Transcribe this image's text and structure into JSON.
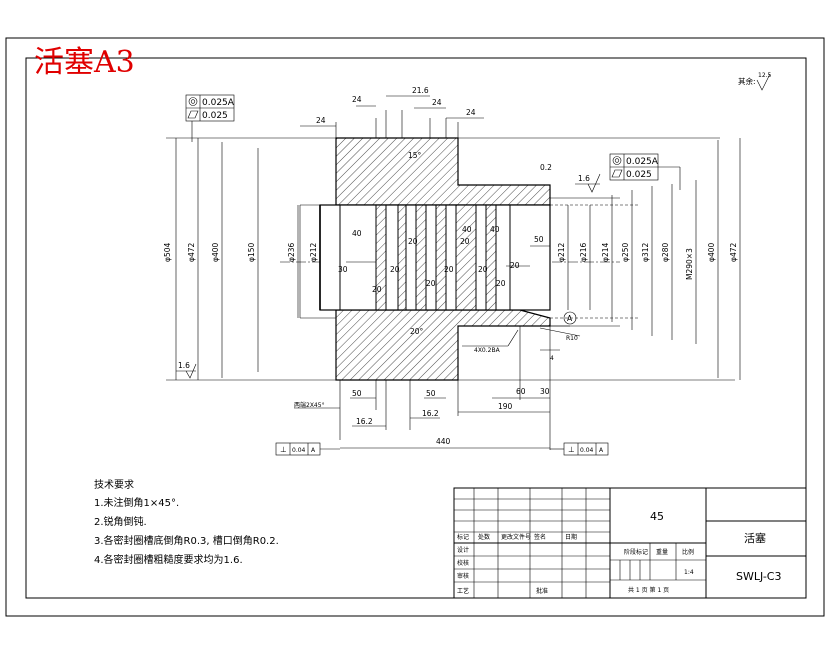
{
  "title": "活塞A3",
  "roughness_note": {
    "label": "其余:",
    "value": "12.5"
  },
  "tolerance_frames": {
    "left": {
      "runout": "0.025A",
      "flatness": "0.025"
    },
    "right": {
      "runout": "0.025A",
      "flatness": "0.025"
    },
    "bottom_left": {
      "symbol": "⊥",
      "value": "0.04",
      "datum": "A"
    },
    "bottom_right": {
      "symbol": "⊥",
      "value": "0.04",
      "datum": "A"
    }
  },
  "datum_label": "A",
  "surface_finish": {
    "left": "1.6",
    "right": "1.6"
  },
  "dims_top": [
    "24",
    "24",
    "21.6",
    "24",
    "24"
  ],
  "dims_vertical": [
    "φ504",
    "φ472",
    "φ400",
    "φ150",
    "φ236",
    "φ212",
    "φ212",
    "φ216",
    "φ214",
    "φ250",
    "φ312",
    "φ280",
    "M290×3",
    "φ400",
    "φ472"
  ],
  "dims_inner": [
    "30",
    "20",
    "20",
    "20",
    "20",
    "20",
    "20",
    "20",
    "20",
    "20",
    "40",
    "50",
    "40",
    "40",
    "15°",
    "20°",
    "0.2"
  ],
  "dims_bottom": [
    "50",
    "50",
    "16.2",
    "16.2",
    "60",
    "30",
    "190",
    "440"
  ],
  "chamfer_labels": {
    "left": "两端2X45°",
    "mid": "4X0.2BA",
    "radius": "R10",
    "angle": "4"
  },
  "tech_requirements": {
    "heading": "技术要求",
    "items": [
      "1.未注倒角1×45°.",
      "2.锐角倒钝.",
      "3.各密封圈槽底倒角R0.3, 槽口倒角R0.2.",
      "4.各密封圈槽粗糙度要求均为1.6."
    ]
  },
  "title_block": {
    "material": "45",
    "part_name": "活塞",
    "drawing_no": "SWLJ-C3",
    "scale": "1:4",
    "sheet": "共 1 页 第 1 页",
    "row_labels": [
      "标记",
      "设计",
      "校核",
      "审核",
      "工艺"
    ],
    "col_labels": [
      "处数",
      "更改文件号",
      "签名",
      "日期"
    ],
    "stage_label": "阶段标记",
    "weight_label": "重量",
    "scale_label": "比例",
    "approval_label": "批准"
  },
  "colors": {
    "title": "#e00000",
    "lines": "#000000",
    "background": "#ffffff"
  }
}
